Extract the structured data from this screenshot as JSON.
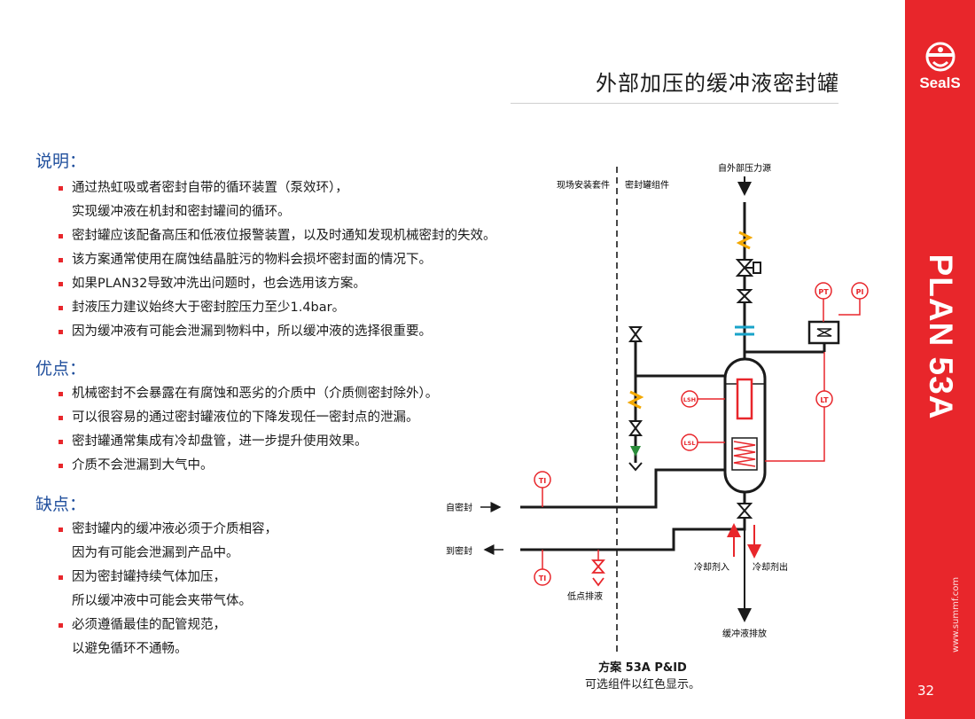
{
  "title": "外部加压的缓冲液密封罐",
  "brand": {
    "logo_text": "SealS",
    "plan": "PLAN 53A",
    "page_number": "32",
    "website": "www.summf.com",
    "accent": "#e8262b"
  },
  "sections": {
    "desc": {
      "heading": "说明：",
      "items": [
        {
          "line1": "通过热虹吸或者密封自带的循环装置（泵效环），",
          "line2": "实现缓冲液在机封和密封罐间的循环。"
        },
        {
          "line1": "密封罐应该配备高压和低液位报警装置，以及时通知发现机械密封的失效。"
        },
        {
          "line1": "该方案通常使用在腐蚀结晶脏污的物料会损坏密封面的情况下。"
        },
        {
          "line1": "如果PLAN32导致冲洗出问题时，也会选用该方案。"
        },
        {
          "line1": "封液压力建议始终大于密封腔压力至少1.4bar。"
        },
        {
          "line1": "因为缓冲液有可能会泄漏到物料中，所以缓冲液的选择很重要。"
        }
      ]
    },
    "pros": {
      "heading": "优点：",
      "items": [
        {
          "line1": "机械密封不会暴露在有腐蚀和恶劣的介质中（介质侧密封除外）。"
        },
        {
          "line1": "可以很容易的通过密封罐液位的下降发现任一密封点的泄漏。"
        },
        {
          "line1": "密封罐通常集成有冷却盘管，进一步提升使用效果。"
        },
        {
          "line1": "介质不会泄漏到大气中。"
        }
      ]
    },
    "cons": {
      "heading": "缺点：",
      "items": [
        {
          "line1": "密封罐内的缓冲液必须于介质相容，",
          "line2": "因为有可能会泄漏到产品中。"
        },
        {
          "line1": "因为密封罐持续气体加压，",
          "line2": "所以缓冲液中可能会夹带气体。"
        },
        {
          "line1": "必须遵循最佳的配管规范，",
          "line2": "以避免循环不通畅。"
        }
      ]
    }
  },
  "diagram": {
    "labels": {
      "field_kit": "现场安装套件",
      "reservoir_kit": "密封罐组件",
      "external_pressure": "自外部压力源",
      "from_seal": "自密封",
      "to_seal": "到密封",
      "low_drain": "低点排液",
      "coolant_in": "冷却剂入",
      "coolant_out": "冷却剂出",
      "buffer_drain": "缓冲液排放"
    },
    "instruments": {
      "pt": "PT",
      "pi": "PI",
      "lt": "LT",
      "lsh": "LSH",
      "lsl": "LSL",
      "ti": "TI"
    },
    "caption_title": "方案 53A P&ID",
    "caption_note": "可选组件以红色显示。"
  }
}
